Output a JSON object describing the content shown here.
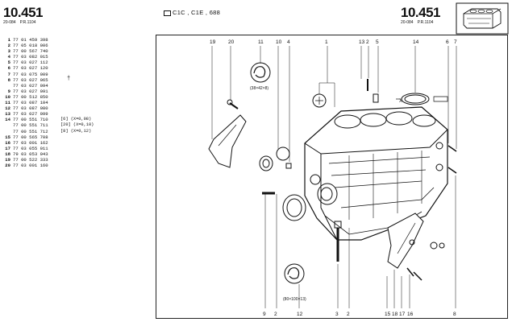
{
  "header": {
    "page_left": "10.451",
    "ref_left": [
      "20-084",
      "P.R.1104"
    ],
    "model_line": "C1C , C1E , 688",
    "page_right": "10.451",
    "ref_right": [
      "20-084",
      "P.R.1104"
    ]
  },
  "parts": [
    {
      "num": "1",
      "ref": "77 01 459 398"
    },
    {
      "num": "2",
      "ref": "77 05 018 006"
    },
    {
      "num": "3",
      "ref": "77 00 567 740"
    },
    {
      "num": "4",
      "ref": "77 03 082 015"
    },
    {
      "num": "5",
      "ref": "77 03 027 112"
    },
    {
      "num": "6",
      "ref": "77 03 027 120"
    },
    {
      "num": "7",
      "ref": "77 03 075 009"
    },
    {
      "num": "8",
      "ref": "77 03 027 065",
      "mark": "†"
    },
    {
      "num": "",
      "ref": "77 03 027 094"
    },
    {
      "num": "9",
      "ref": "77 03 027 091"
    },
    {
      "num": "10",
      "ref": "77 00 512 850"
    },
    {
      "num": "11",
      "ref": "77 03 087 104"
    },
    {
      "num": "12",
      "ref": "77 03 087 080"
    },
    {
      "num": "13",
      "ref": "77 03 027 099"
    },
    {
      "num": "14",
      "ref": "77 00 551 710",
      "variant": "[6] (X=0,08)"
    },
    {
      "num": "",
      "ref": "77 00 551 711",
      "variant": "[20] (X=0,10)"
    },
    {
      "num": "",
      "ref": "77 00 551 712",
      "variant": "[8] (X=0,12)"
    },
    {
      "num": "15",
      "ref": "77 00 565 708"
    },
    {
      "num": "16",
      "ref": "77 03 001 162"
    },
    {
      "num": "17",
      "ref": "77 03 055 011"
    },
    {
      "num": "18",
      "ref": "79 03 053 043"
    },
    {
      "num": "19",
      "ref": "77 00 522 333"
    },
    {
      "num": "20",
      "ref": "77 03 001 160"
    }
  ],
  "diagram": {
    "top_callouts": [
      "19",
      "20",
      "11",
      "10",
      "4",
      "1",
      "13",
      "2",
      "5",
      "14",
      "6",
      "7"
    ],
    "bottom_callouts": [
      "9",
      "2",
      "12",
      "3",
      "2",
      "15",
      "18",
      "17",
      "16",
      "8"
    ],
    "inset_top_label": "(38×42×8)",
    "inset_bottom_label": "(80×100×13)",
    "x_marker": "X"
  }
}
